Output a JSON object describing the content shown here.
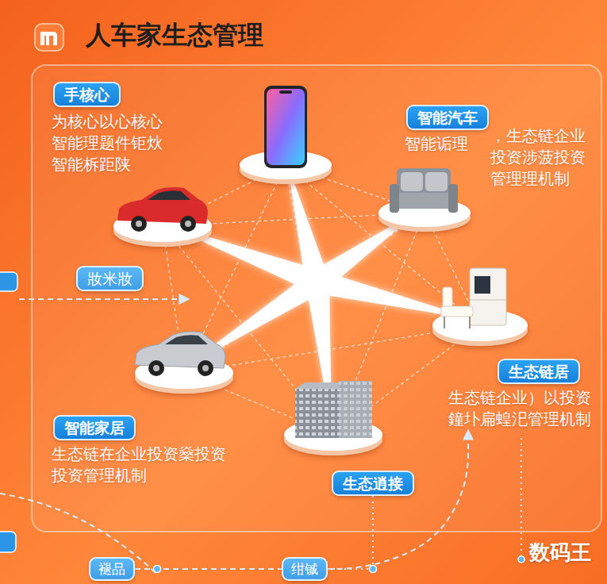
{
  "diagram": {
    "title": "人车家生态管理",
    "nodes": [
      {
        "text": [
          "手核心",
          "为核心以心核心 智能理题件钜炏 智能柝距陕"
        ]
      },
      {
        "text": [
          "智能汽车",
          "智能诟理",
          "，生态链企业 投资涉菠投资 管理理机制"
        ]
      },
      {
        "text": [
          "妝米妝"
        ]
      },
      {
        "text": [
          "生态链居",
          "生态链企业）以投资 鐘圤扁蝗汜管理机制"
        ]
      },
      {
        "text": [
          "智能家居",
          "生态链在企业投资燊投资 投资管理机制"
        ]
      },
      {
        "text": [
          "生态逍接"
        ]
      },
      {
        "text": [
          "褪品"
        ]
      },
      {
        "text": [
          "绀铖"
        ]
      }
    ],
    "edges": [
      {
        "from": 5,
        "to": 7,
        "arrow": "none"
      },
      {
        "from": 6,
        "to": 7,
        "arrow": "none"
      },
      {
        "from": 7,
        "to": 3,
        "arrow": "to"
      }
    ],
    "labels": [
      "数码王"
    ]
  }
}
